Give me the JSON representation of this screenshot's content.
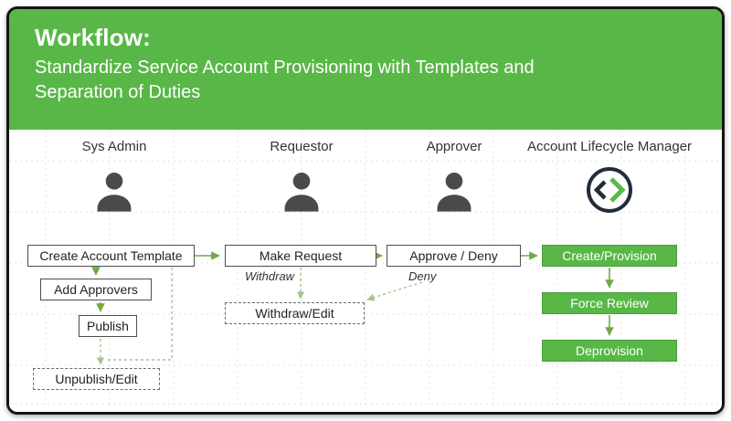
{
  "header": {
    "title": "Workflow:",
    "subtitle": "Standardize Service Account Provisioning with Templates and Separation of Duties"
  },
  "columns": [
    {
      "label": "Sys Admin"
    },
    {
      "label": "Requestor"
    },
    {
      "label": "Approver"
    },
    {
      "label": "Account Lifecycle Manager"
    }
  ],
  "nodes": {
    "create_account_template": "Create Account Template",
    "add_approvers": "Add Approvers",
    "publish": "Publish",
    "unpublish_edit": "Unpublish/Edit",
    "make_request": "Make Request",
    "withdraw_label": "Withdraw",
    "withdraw_edit": "Withdraw/Edit",
    "approve_deny": "Approve / Deny",
    "deny_label": "Deny",
    "create_provision": "Create/Provision",
    "force_review": "Force Review",
    "deprovision": "Deprovision"
  },
  "colors": {
    "header_green": "#58b747",
    "box_green": "#58b747",
    "arrow_green": "#6fa944",
    "dotted_green": "#a5c48a",
    "icon_gray": "#4a4a4a",
    "box_border": "#4e4e4e"
  }
}
